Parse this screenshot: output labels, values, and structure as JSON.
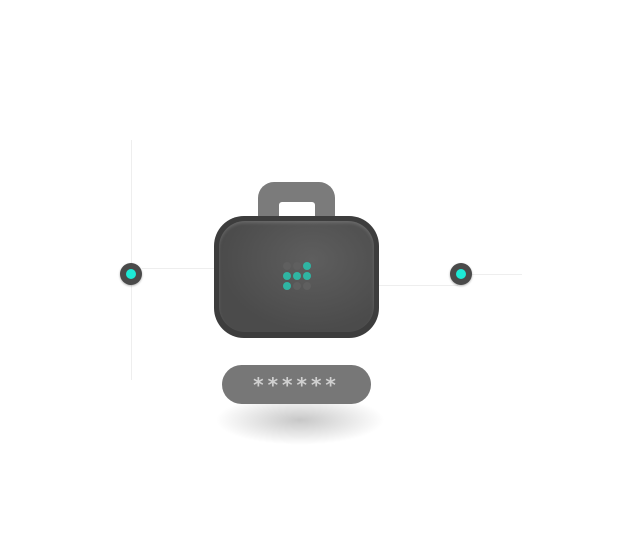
{
  "illustration": {
    "pin_grid": [
      [
        0,
        0,
        1
      ],
      [
        1,
        1,
        1
      ],
      [
        1,
        0,
        0
      ]
    ],
    "password_mask": "******",
    "colors": {
      "accent": "#2fb5a3",
      "node_core": "#1de9d6",
      "off_dot": "#5f5f5f",
      "lock_body": "#4b4b4b",
      "shackle": "#7b7b7b",
      "pill": "#777777"
    }
  }
}
